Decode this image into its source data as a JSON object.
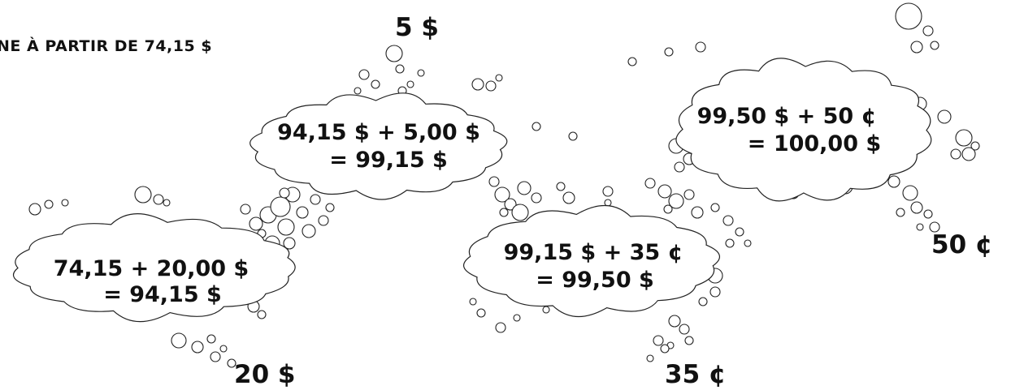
{
  "heading": "NE À PARTIR DE 74,15 $",
  "clouds": [
    {
      "line1": "74,15 + 20,00 $",
      "line2": "= 94,15 $"
    },
    {
      "line1": "94,15 $ + 5,00 $",
      "line2": "= 99,15 $"
    },
    {
      "line1": "99,15 $ + 35 ¢",
      "line2": "= 99,50 $"
    },
    {
      "line1": "99,50 $ + 50 ¢",
      "line2": "= 100,00 $"
    }
  ],
  "amounts": [
    "20 $",
    "5 $",
    "35 ¢",
    "50 ¢"
  ]
}
